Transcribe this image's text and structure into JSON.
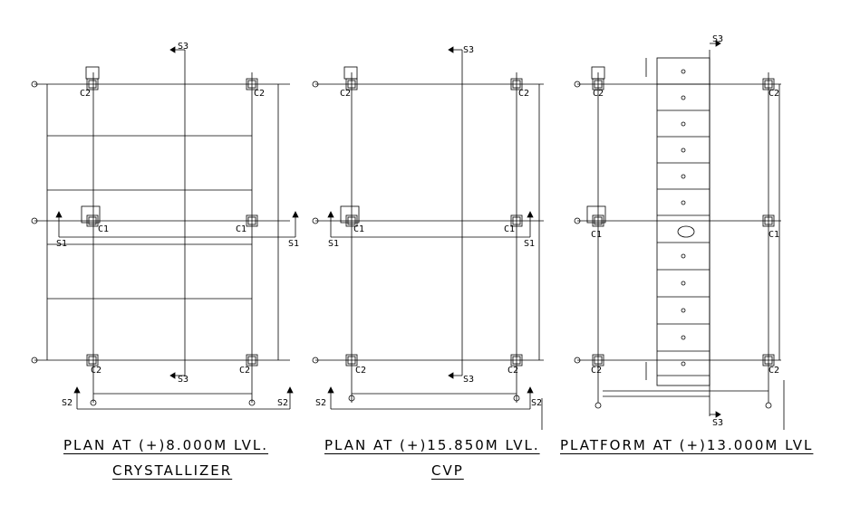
{
  "plans": [
    {
      "id": "crystallizer",
      "title_line1": "PLAN AT (+)8.000M LVL.",
      "title_line2": "CRYSTALLIZER",
      "columns": {
        "top_left": "C2",
        "top_right": "C2",
        "mid_left": "C1",
        "mid_right": "C1",
        "bottom_left": "C2",
        "bottom_right": "C2"
      },
      "sections": {
        "s1_left": "S1",
        "s1_right": "S1",
        "s2_left": "S2",
        "s2_right": "S2",
        "s3_top": "S3",
        "s3_bottom": "S3"
      }
    },
    {
      "id": "cvp",
      "title_line1": "PLAN AT (+)15.850M LVL.",
      "title_line2": "CVP",
      "columns": {
        "top_left": "C2",
        "top_right": "C2",
        "mid_left": "C1",
        "mid_right": "C1",
        "bottom_left": "C2",
        "bottom_right": "C2"
      },
      "sections": {
        "s1_left": "S1",
        "s1_right": "S1",
        "s2_left": "S2",
        "s2_right": "S2",
        "s3_top": "S3",
        "s3_bottom": "S3"
      }
    },
    {
      "id": "platform",
      "title_line1": "PLATFORM AT (+)13.000M LVL",
      "title_line2": "",
      "columns": {
        "top_left": "C2",
        "top_right": "C2",
        "mid_left": "C1",
        "mid_right": "C1",
        "bottom_left": "C2",
        "bottom_right": "C2"
      },
      "sections": {
        "s3_top": "S3",
        "s3_bottom": "S3"
      }
    }
  ],
  "colors": {
    "line": "#000000",
    "background": "#ffffff"
  }
}
